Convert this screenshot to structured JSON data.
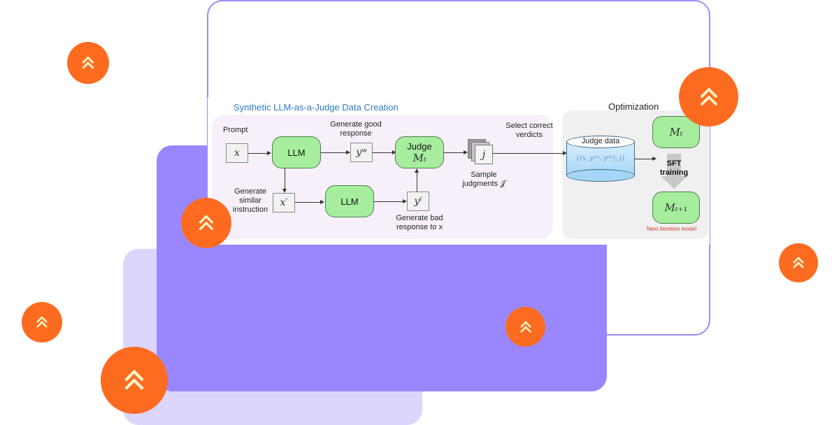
{
  "figure": {
    "left_section_title": "Synthetic LLM-as-a-Judge Data Creation",
    "right_section_title": "Optimization",
    "labels": {
      "prompt": "Prompt",
      "generate_good_response": "Generate good response",
      "generate_similar_instruction": "Generate similar instruction",
      "generate_bad_response": "Generate bad response to x",
      "sample_judgments": "Sample judgments 𝒥",
      "select_correct_verdicts": "Select correct verdicts",
      "sft_training": "SFT training",
      "next_iteration_model": "Next iteration model"
    },
    "nodes": {
      "x": "x",
      "x_prime": "x′",
      "y_w": "yʷ",
      "y_l": "yˡ",
      "j": "j",
      "llm_top": "LLM",
      "llm_bottom": "LLM",
      "judge_label": "Judge",
      "judge_model": "Mₜ",
      "model_current": "Mₜ",
      "model_next": "Mₜ₊₁"
    },
    "judge_data": {
      "label": "Judge data",
      "formula": "{(x, y⁽ᴬ⁾, y⁽ᴮ⁾), j}"
    }
  },
  "decorations": {
    "badge_icon": "double-chevron-up-icon",
    "badge_color": "#fd6b21",
    "accent_purple": "#9a87ff",
    "light_purple": "#dcd6fd"
  }
}
